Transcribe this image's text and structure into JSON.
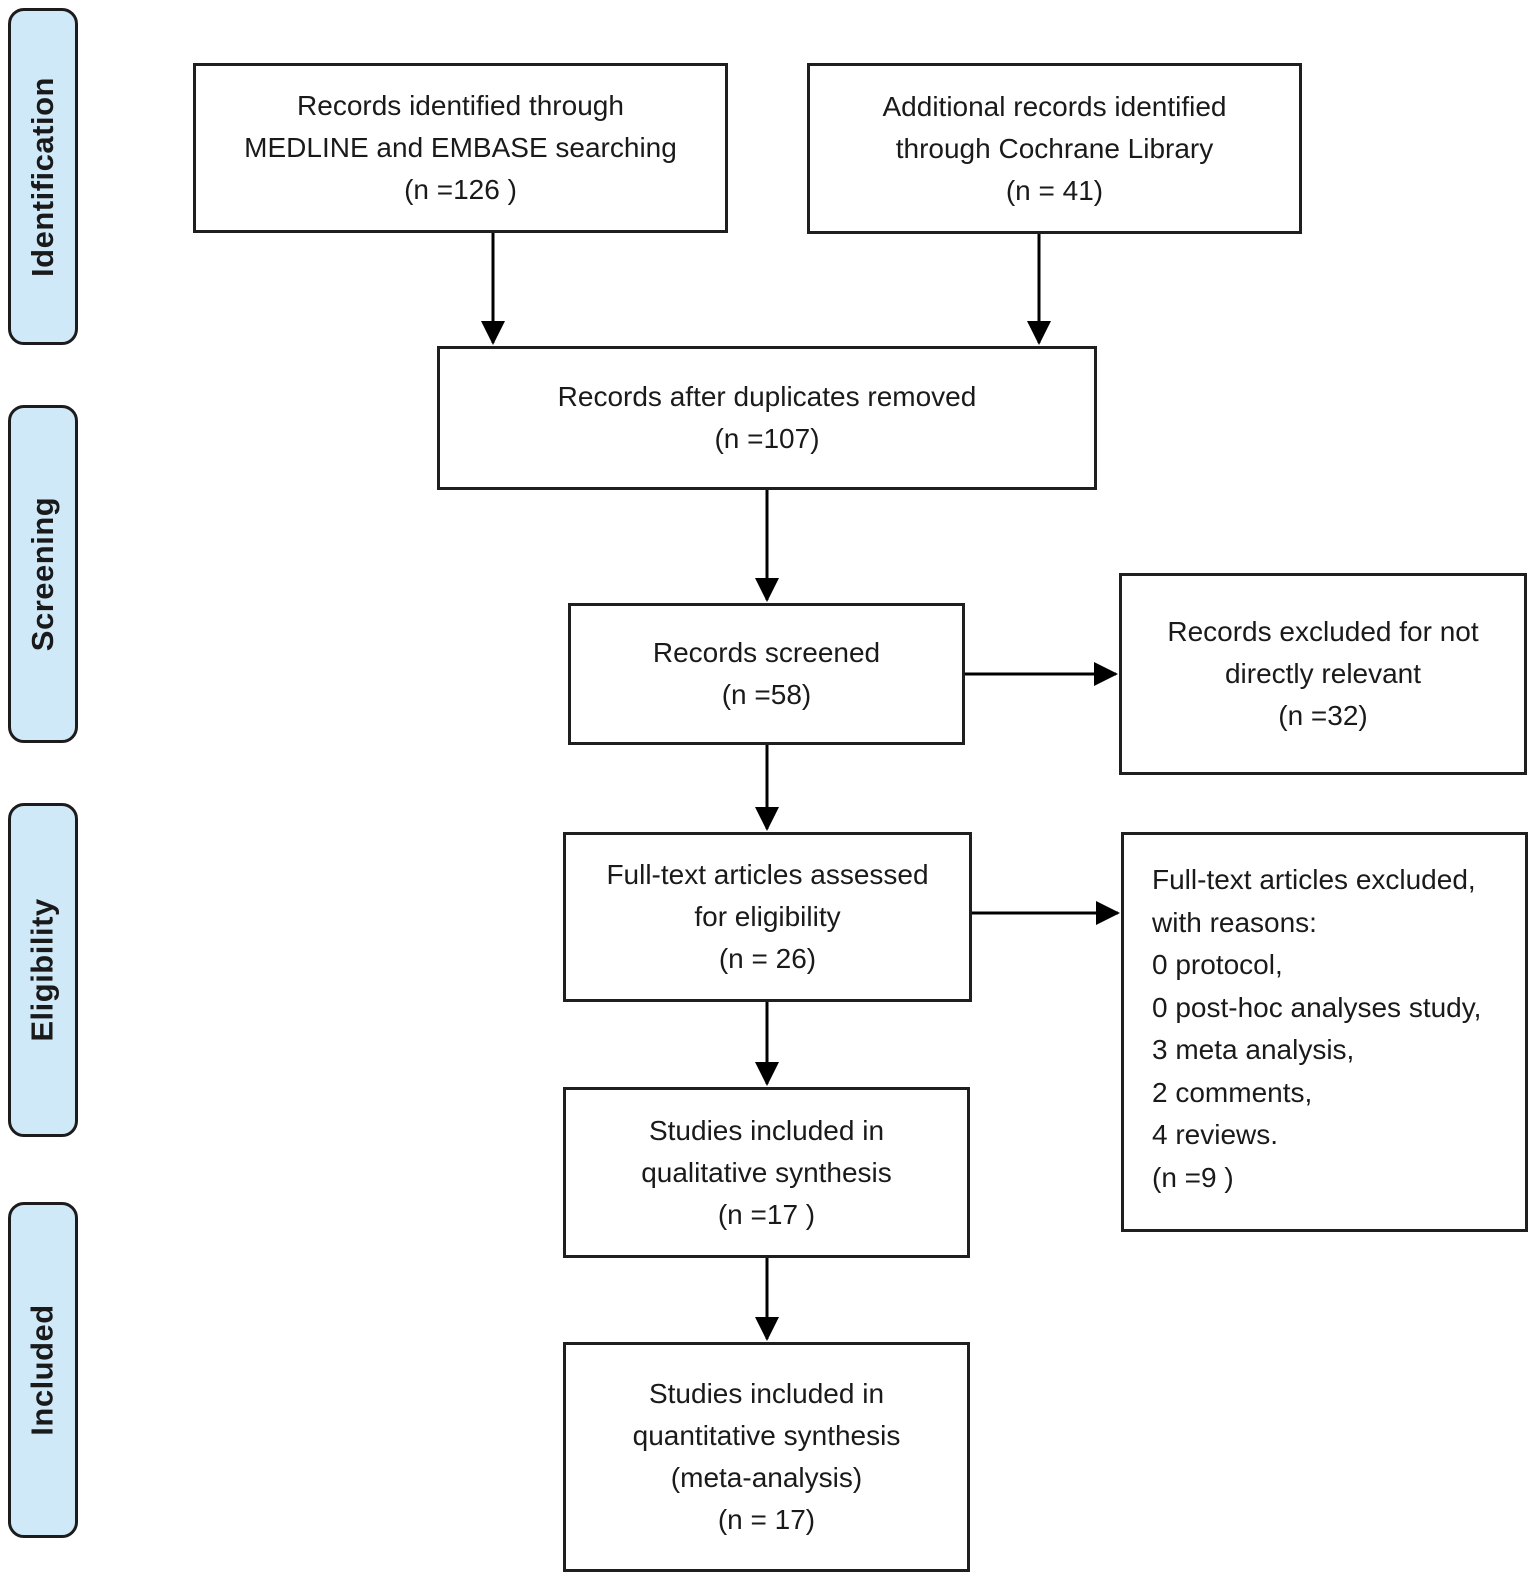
{
  "stages": [
    {
      "id": "identification",
      "label": "Identification"
    },
    {
      "id": "screening",
      "label": "Screening"
    },
    {
      "id": "eligibility",
      "label": "Eligibility"
    },
    {
      "id": "included",
      "label": "Included"
    }
  ],
  "boxes": {
    "records_identified": {
      "text": "Records identified through\nMEDLINE and EMBASE searching\n(n =126 )"
    },
    "additional_records": {
      "text": "Additional records identified\nthrough Cochrane Library\n(n = 41)"
    },
    "duplicates_removed": {
      "text": "Records after duplicates removed\n(n =107)"
    },
    "records_screened": {
      "text": "Records screened\n(n =58)"
    },
    "records_excluded": {
      "text": "Records excluded for not\ndirectly relevant\n(n =32)"
    },
    "fulltext_assessed": {
      "text": "Full-text articles assessed\nfor eligibility\n(n = 26)"
    },
    "fulltext_excluded": {
      "text": "Full-text articles excluded,\nwith reasons:\n0 protocol,\n0 post-hoc analyses study,\n3 meta analysis,\n2 comments,\n4 reviews.\n(n =9 )"
    },
    "qualitative_synthesis": {
      "text": "Studies included in\nqualitative synthesis\n(n =17 )"
    },
    "quantitative_synthesis": {
      "text": "Studies included in\nquantitative synthesis\n(meta-analysis)\n(n = 17)"
    }
  },
  "colors": {
    "stage_fill": "#d0e9f9",
    "stage_border": "#1c1c1c",
    "box_border": "#1f1f1f",
    "box_fill": "#ffffff",
    "text": "#1a1a1a",
    "arrow": "#000000"
  }
}
